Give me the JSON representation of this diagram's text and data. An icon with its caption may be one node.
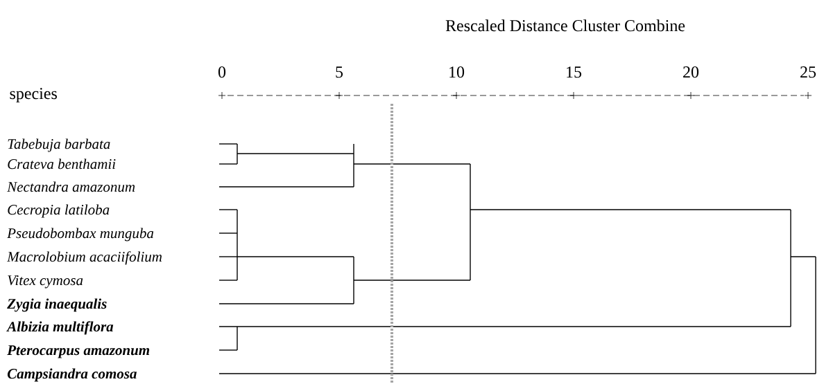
{
  "diagram": {
    "title": "Rescaled Distance Cluster Combine",
    "labels": [
      "0",
      "5",
      "10",
      "15",
      "20",
      "25",
      "species",
      "Tabebuja barbata",
      "Crateva benthamii",
      "Nectandra amazonum",
      "Cecropia latiloba",
      "Pseudobombax munguba",
      "Macrolobium acaciifolium",
      "Vitex cymosa",
      "Zygia inaequalis",
      "Albizia multiflora",
      "Pterocarpus amazonum",
      "Campsiandra comosa"
    ]
  }
}
